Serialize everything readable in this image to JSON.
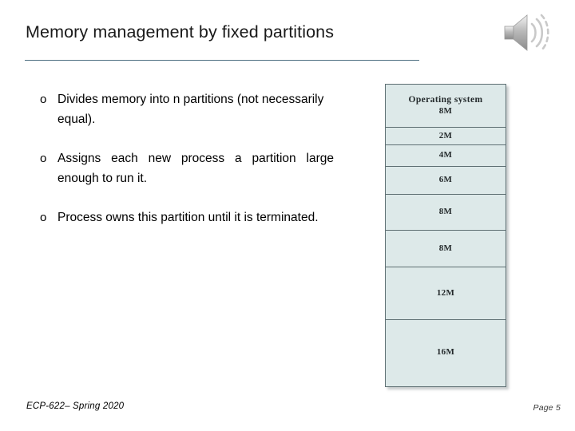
{
  "slide": {
    "title": "Memory management by fixed partitions",
    "bullet_marker": "o",
    "bullets": [
      {
        "text": "Divides memory into n partitions (not necessarily equal)."
      },
      {
        "text": "Assigns  each  new  process  a partition large enough to run it."
      },
      {
        "text": "Process owns this partition until it is terminated."
      }
    ],
    "footer": {
      "left": "ECP-622– Spring 2020",
      "right": "Page 5"
    },
    "audio": {
      "icon": "speaker-audio-icon"
    }
  },
  "memory_diagram": {
    "name": "fixed-partition-memory-layout",
    "fill_color": "#dde9e9",
    "border_color": "#5e6f73",
    "blocks": [
      {
        "label": "Operating system",
        "size": "8M",
        "height": 54
      },
      {
        "label": "",
        "size": "2M",
        "height": 22
      },
      {
        "label": "",
        "size": "4M",
        "height": 27
      },
      {
        "label": "",
        "size": "6M",
        "height": 35
      },
      {
        "label": "",
        "size": "8M",
        "height": 45
      },
      {
        "label": "",
        "size": "8M",
        "height": 46
      },
      {
        "label": "",
        "size": "12M",
        "height": 66
      },
      {
        "label": "",
        "size": "16M",
        "height": 82
      }
    ]
  }
}
